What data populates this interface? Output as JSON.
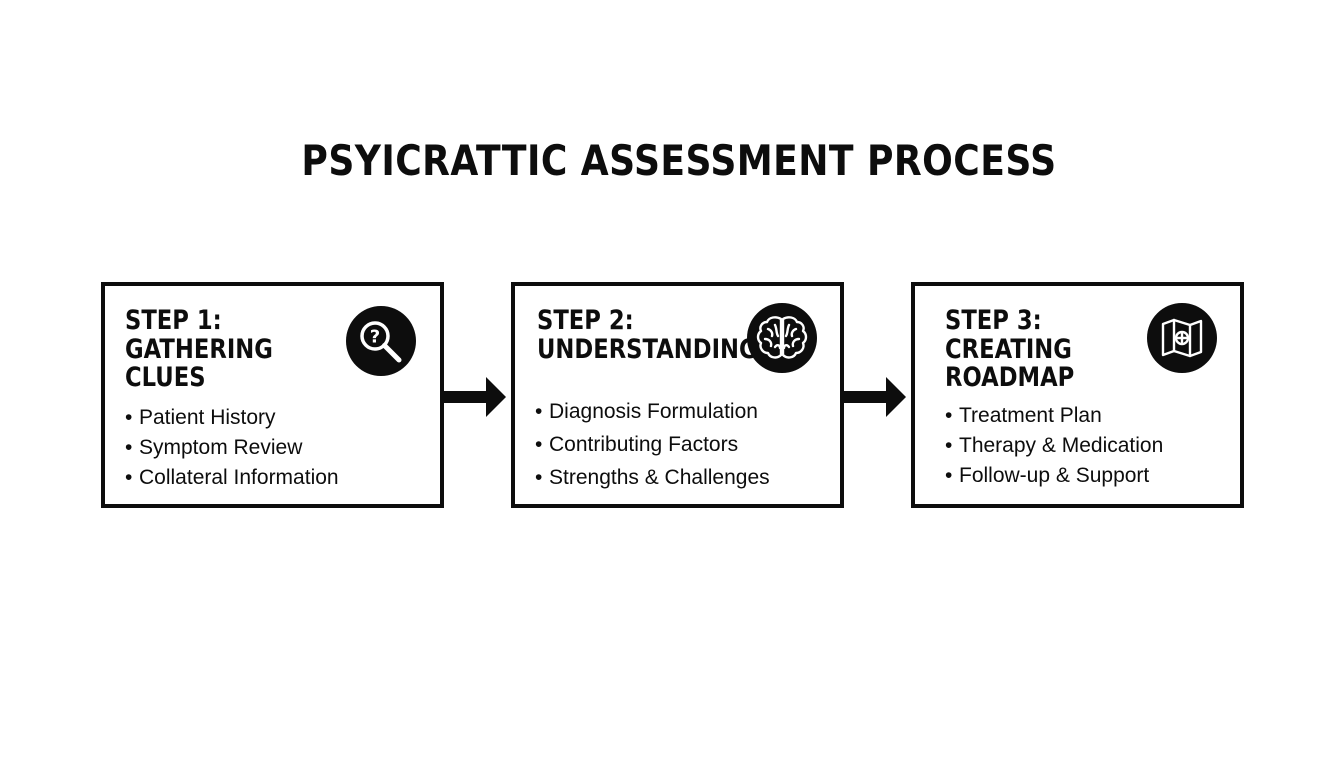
{
  "title": "PSYICRATTIC ASSESSMENT PROCESS",
  "steps": [
    {
      "heading_lines": [
        "STEP 1:",
        "GATHERING",
        "CLUES"
      ],
      "icon": "magnifier-question-icon",
      "bullets": [
        "Patient History",
        "Symptom Review",
        "Collateral Information"
      ]
    },
    {
      "heading_lines": [
        "STEP 2:",
        "UNDERSTANDING"
      ],
      "icon": "brain-icon",
      "bullets": [
        "Diagnosis Formulation",
        "Contributing Factors",
        "Strengths & Challenges"
      ]
    },
    {
      "heading_lines": [
        "STEP 3:",
        "CREATING",
        "ROADMAP"
      ],
      "icon": "map-icon",
      "bullets": [
        "Treatment Plan",
        "Therapy & Medication",
        "Follow-up & Support"
      ]
    }
  ],
  "colors": {
    "ink": "#0d0d0d",
    "background": "#ffffff"
  }
}
